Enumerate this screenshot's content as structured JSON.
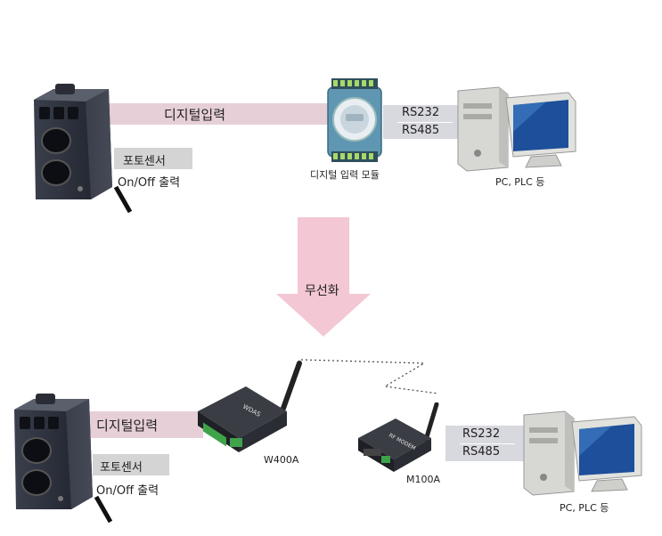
{
  "top": {
    "digital_input": "디지털입력",
    "sensor_label": "포토센서",
    "sensor_output": "On/Off 출력",
    "module_caption": "디지털 입력 모듈",
    "rs232": "RS232",
    "rs485": "RS485",
    "pc_caption": "PC, PLC 등"
  },
  "arrow": {
    "label": "무선화"
  },
  "bottom": {
    "digital_input": "디지털입력",
    "sensor_label": "포토센서",
    "sensor_output": "On/Off 출력",
    "w400a_caption": "W400A",
    "w400a_brand": "WDAS",
    "m100a_caption": "M100A",
    "m100a_brand": "RF MODEM",
    "rs232": "RS232",
    "rs485": "RS485",
    "pc_caption": "PC, PLC 등"
  },
  "colors": {
    "band_pink": "#e6cfd7",
    "band_gray": "#d8d8df",
    "arrow_pink": "#f3c7d3",
    "sensor_label_bg": "#d4d4d4"
  }
}
